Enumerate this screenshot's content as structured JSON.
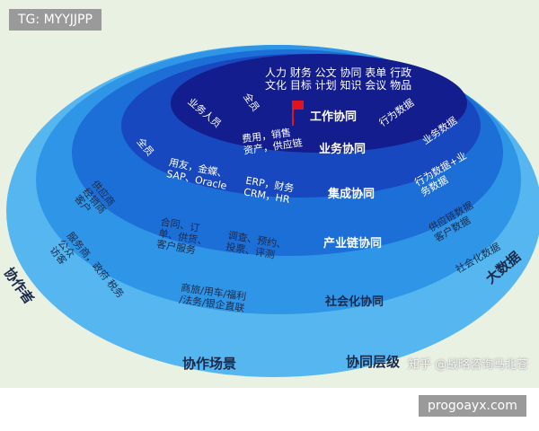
{
  "tag_top": "TG: MYYJJPP",
  "tag_bottom": "progoayx.com",
  "colors": {
    "background": "#e9f1e3",
    "ring_outer": "#56b6f0",
    "ring_2": "#2f95e6",
    "ring_3": "#1d6fd8",
    "ring_4": "#1848c0",
    "core": "#131d8e",
    "flag": "#e0141c"
  },
  "layers": {
    "work": {
      "title": "工作协同",
      "who": "全员",
      "what": "人力 财务 公文 协同 表单 行政\n文化 目标 计划 知识 会议 物品",
      "data": "行为数据"
    },
    "business": {
      "title": "业务协同",
      "who": "业务人员",
      "what": "费用，销售\n资产，供应链",
      "data": "业务数据"
    },
    "integration": {
      "title": "集成协同",
      "who": "全员",
      "what1": "用友，金蝶、\nSAP、Oracle",
      "what2": "ERP，财务\nCRM，HR",
      "data": "行为数据+业\n务数据"
    },
    "chain": {
      "title": "产业链协同",
      "who": "供应商\n经销商\n客户",
      "what1": "合同、订\n单、供货、\n客户服务",
      "what2": "调查、预约、\n投票、评测",
      "data": "供应链数据\n客户数据"
    },
    "social": {
      "title": "社会化协同",
      "who": "服务商，政府 税务\n公众\n访客",
      "what": "商旅/用车/福利\n/法务/银企直联",
      "data": "社会化数据"
    }
  },
  "axes": {
    "collaborator": "协作者",
    "scene": "协作场景",
    "level": "协同层级",
    "bigdata": "大数据"
  },
  "watermark": "知乎 @战略咨询马北苍"
}
